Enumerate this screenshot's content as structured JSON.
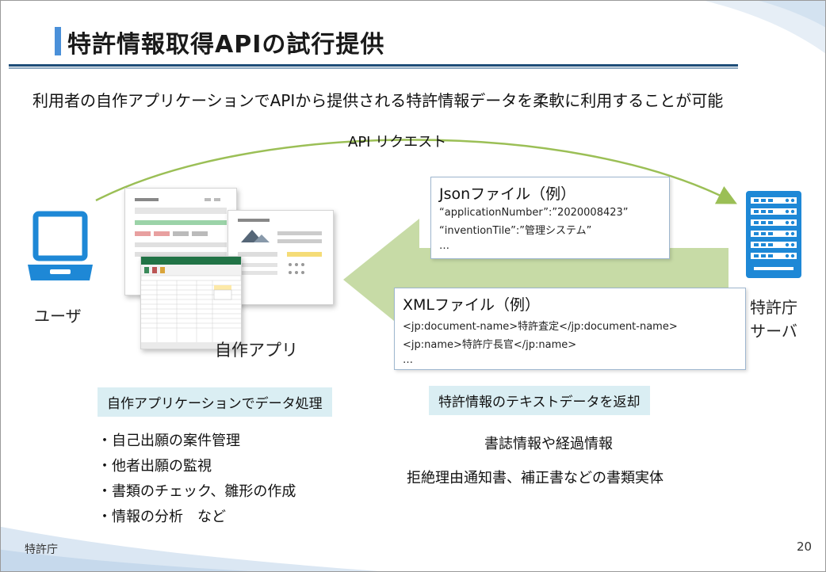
{
  "title": "特許情報取得APIの試行提供",
  "subtitle": "利用者の自作アプリケーションでAPIから提供される特許情報データを柔軟に利用することが可能",
  "arc_label": "API リクエスト",
  "user_label": "ユーザ",
  "server_label_line1": "特許庁",
  "server_label_line2": "サーバ",
  "app_label": "自作アプリ",
  "json_card": {
    "title": "Jsonファイル（例）",
    "lines": [
      "“applicationNumber”:”2020008423”",
      "“inventionTile”:”管理システム”",
      "…"
    ]
  },
  "xml_card": {
    "title": "XMLファイル（例）",
    "lines": [
      "<jp:document-name>特許査定</jp:document-name>",
      "<jp:name>特許庁長官</jp:name>",
      "…"
    ]
  },
  "left_heading": "自作アプリケーションでデータ処理",
  "left_bullets": [
    "・自己出願の案件管理",
    "・他者出願の監視",
    "・書類のチェック、雛形の作成",
    "・情報の分析　など"
  ],
  "right_heading": "特許情報のテキストデータを返却",
  "right_lines": [
    "書誌情報や経過情報",
    "拒絶理由通知書、補正書などの書類実体"
  ],
  "footer_left": "特許庁",
  "page_number": "20",
  "colors": {
    "accent_blue": "#1e88d6",
    "arrow_green": "#c7dba6",
    "arc_green": "#9bbf56",
    "highlight_bg": "#daeef3",
    "title_rule": "#1f4e79"
  },
  "icons": {
    "user": "laptop-icon",
    "server": "server-icon"
  }
}
